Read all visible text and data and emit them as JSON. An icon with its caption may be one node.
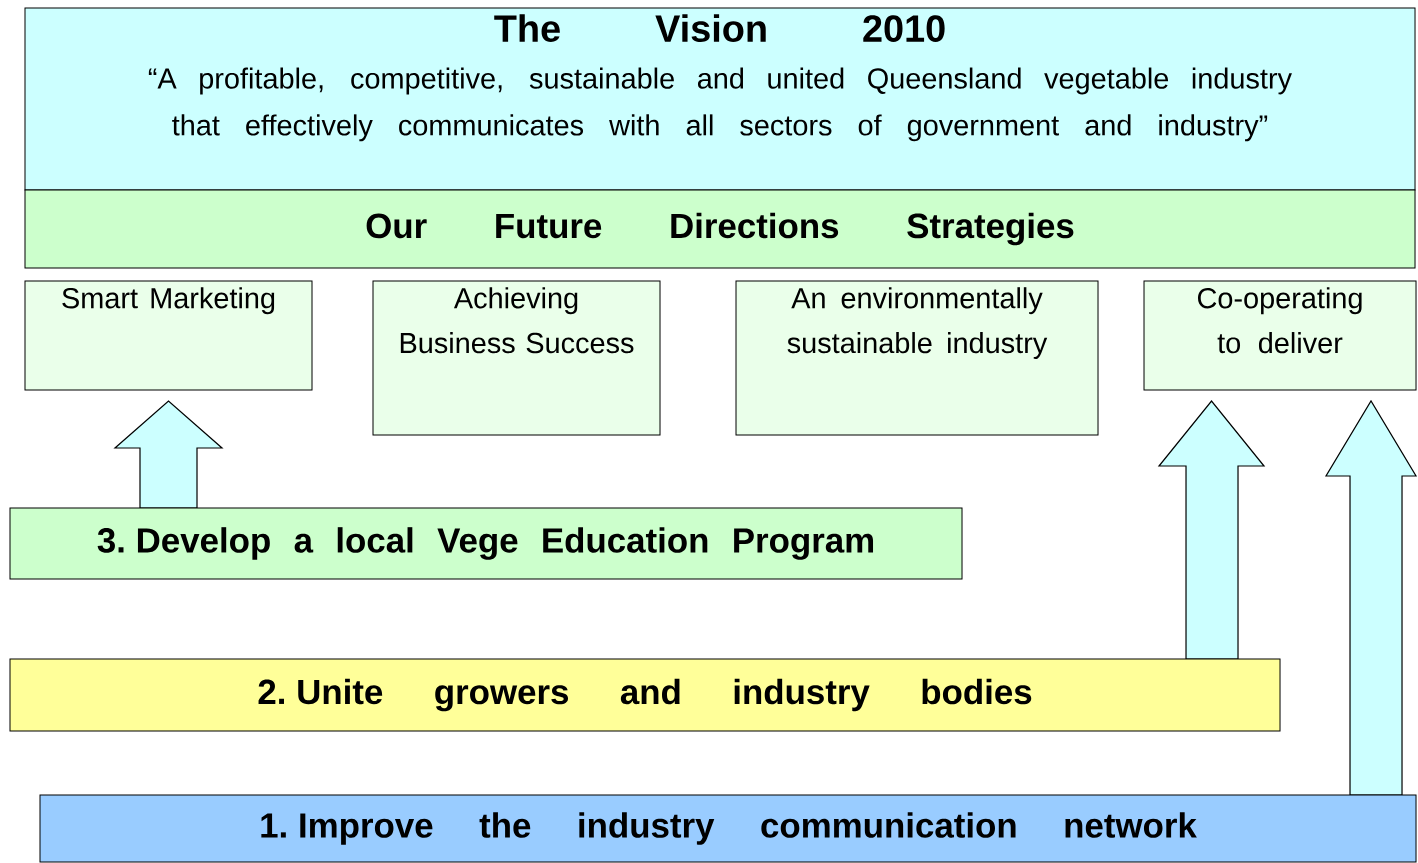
{
  "diagram": {
    "nodes": [
      {
        "text": [
          "The Vision 2010",
          "“A profitable, competitive, sustainable and united Queensland vegetable industry that effectively communicates with all sectors of government and industry”"
        ]
      },
      {
        "text": [
          "Our Future Directions Strategies"
        ]
      },
      {
        "text": [
          "Smart Marketing"
        ]
      },
      {
        "text": [
          "Achieving Business Success"
        ]
      },
      {
        "text": [
          "An environmentally sustainable industry"
        ]
      },
      {
        "text": [
          "Co-operating to deliver"
        ]
      },
      {
        "text": [
          "3. Develop a local Vege Education Program"
        ]
      },
      {
        "text": [
          "2. Unite growers and industry bodies"
        ]
      },
      {
        "text": [
          "1. Improve the industry communication network"
        ]
      }
    ],
    "edges": [
      {
        "from": 6,
        "to": 2,
        "arrow": "to"
      },
      {
        "from": 7,
        "to": 5,
        "arrow": "to"
      },
      {
        "from": 8,
        "to": 5,
        "arrow": "to"
      }
    ]
  }
}
